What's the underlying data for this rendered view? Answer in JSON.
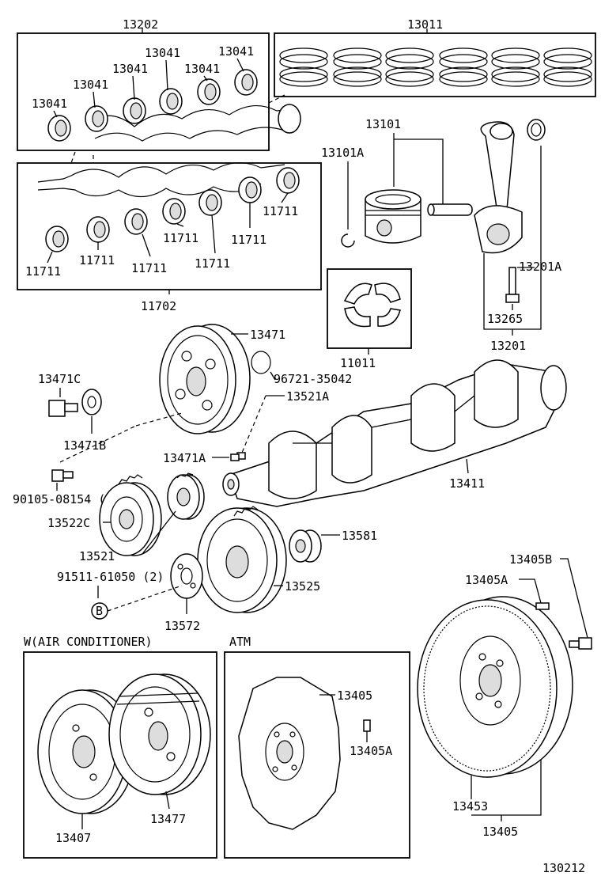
{
  "labels": {
    "l13202": "13202",
    "l13011": "13011",
    "l13041a": "13041",
    "l13041b": "13041",
    "l13041c": "13041",
    "l13041d": "13041",
    "l13041e": "13041",
    "l13041f": "13041",
    "l13101": "13101",
    "l13101a": "13101A",
    "l11711a": "11711",
    "l11711b": "11711",
    "l11711c": "11711",
    "l11711d": "11711",
    "l11711e": "11711",
    "l11711f": "11711",
    "l11702": "11702",
    "l13201a": "13201A",
    "l13265": "13265",
    "l13201": "13201",
    "l11011": "11011",
    "l13471": "13471",
    "l96721": "96721-35042",
    "l13471c": "13471C",
    "l13521a": "13521A",
    "l13471b": "13471B",
    "l13471a": "13471A",
    "l90105": "90105-08154 (6)",
    "l13411": "13411",
    "l13522c": "13522C",
    "l13521": "13521",
    "l13581": "13581",
    "l91511": "91511-61050 (2)",
    "l13525": "13525",
    "l13405b": "13405B",
    "l13405a1": "13405A",
    "lB": "B",
    "l13572": "13572",
    "lwac": "W(AIR CONDITIONER)",
    "latm": "ATM",
    "l13405x": "13405",
    "l13405a2": "13405A",
    "l13477": "13477",
    "l13407": "13407",
    "l13453": "13453",
    "l13405y": "13405",
    "l130212": "130212"
  }
}
